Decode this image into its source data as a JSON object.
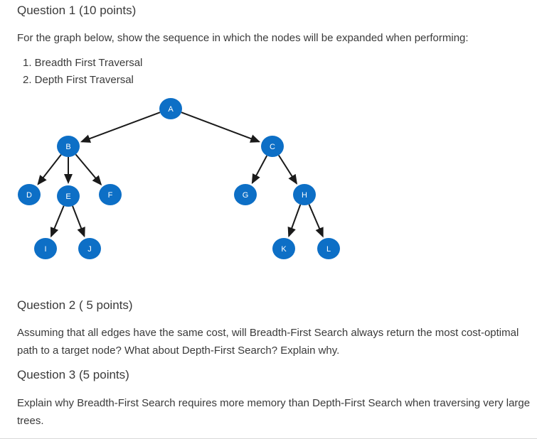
{
  "q1": {
    "title": "Question 1 (10 points)",
    "prompt": "For the graph below, show the sequence in which the nodes will be expanded when performing:",
    "items": [
      "1. Breadth First Traversal",
      "2. Depth First Traversal"
    ]
  },
  "graph": {
    "node_color": "#0d6fc6",
    "nodes": [
      "A",
      "B",
      "C",
      "D",
      "E",
      "F",
      "G",
      "H",
      "I",
      "J",
      "K",
      "L"
    ],
    "edges": [
      [
        "A",
        "B"
      ],
      [
        "A",
        "C"
      ],
      [
        "B",
        "D"
      ],
      [
        "B",
        "E"
      ],
      [
        "B",
        "F"
      ],
      [
        "C",
        "G"
      ],
      [
        "C",
        "H"
      ],
      [
        "E",
        "I"
      ],
      [
        "E",
        "J"
      ],
      [
        "H",
        "K"
      ],
      [
        "H",
        "L"
      ]
    ]
  },
  "q2": {
    "title": "Question 2 ( 5 points)",
    "text": "Assuming that all edges have the same cost, will Breadth-First Search always return the most cost-optimal path to a target node? What about Depth-First Search? Explain why."
  },
  "q3": {
    "title": "Question 3 (5 points)",
    "text": "Explain why Breadth-First Search requires more memory than Depth-First Search when traversing very large trees."
  }
}
